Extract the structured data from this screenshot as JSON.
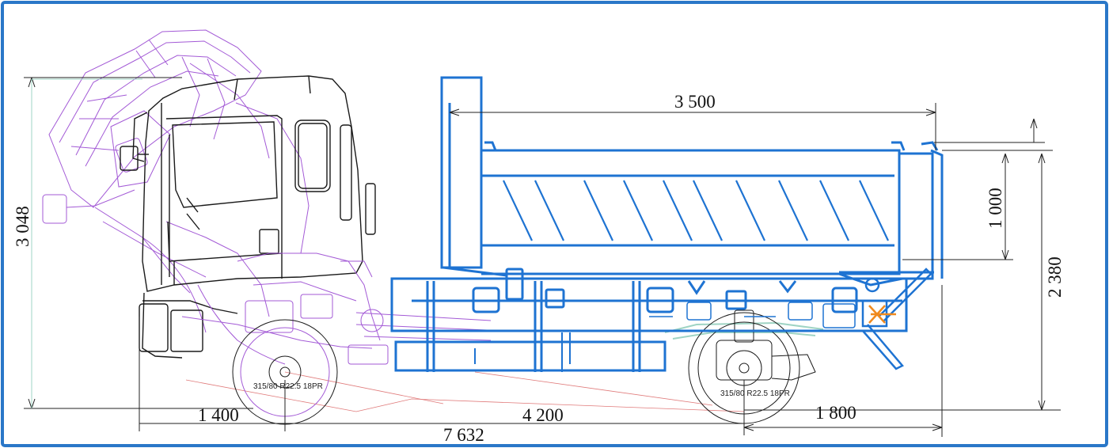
{
  "colors": {
    "frame": "#2a77c8",
    "body": "#1e73d2",
    "cab_outline": "#1a1a1a",
    "tilted_cab": "#a35ad6",
    "dimension_line": "#222222",
    "guide_line": "#9fd4c4",
    "reference_line": "#e07a7a",
    "hinge_accent": "#f08a1e"
  },
  "dimensions": {
    "body_length": "3 500",
    "body_height": "1 000",
    "total_height": "3 048",
    "loading_height": "2 380",
    "front_overhang": "1 400",
    "wheelbase": "4 200",
    "rear_overhang": "1 800",
    "overall_length": "7 632"
  },
  "tyres": {
    "front": "315/80 R22.5 18PR",
    "rear": "315/80 R22.5 18PR"
  }
}
